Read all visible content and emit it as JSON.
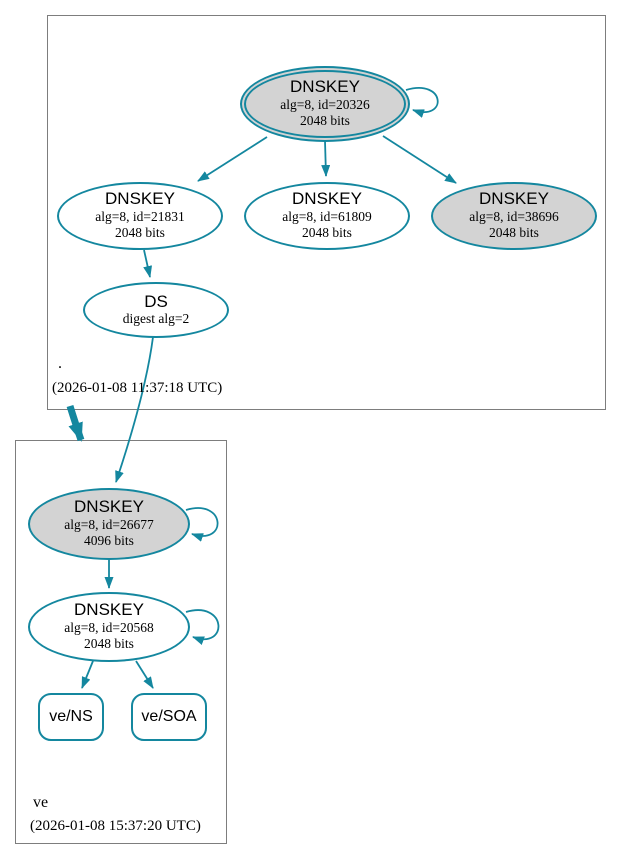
{
  "colors": {
    "accent": "#14879f",
    "node_fill": "#d3d3d3",
    "cluster_border": "#7d7d7d",
    "text": "#000000"
  },
  "zones": {
    "root": {
      "label": ".",
      "timestamp": "(2026-01-08 11:37:18 UTC)",
      "ksk": {
        "title": "DNSKEY",
        "line2": "alg=8, id=20326",
        "line3": "2048 bits"
      },
      "zsk_left": {
        "title": "DNSKEY",
        "line2": "alg=8, id=21831",
        "line3": "2048 bits"
      },
      "zsk_mid": {
        "title": "DNSKEY",
        "line2": "alg=8, id=61809",
        "line3": "2048 bits"
      },
      "zsk_right": {
        "title": "DNSKEY",
        "line2": "alg=8, id=38696",
        "line3": "2048 bits"
      },
      "ds": {
        "title": "DS",
        "line2": "digest alg=2"
      }
    },
    "ve": {
      "label": "ve",
      "timestamp": "(2026-01-08 15:37:20 UTC)",
      "ksk": {
        "title": "DNSKEY",
        "line2": "alg=8, id=26677",
        "line3": "4096 bits"
      },
      "zsk": {
        "title": "DNSKEY",
        "line2": "alg=8, id=20568",
        "line3": "2048 bits"
      },
      "rrset_ns": {
        "label": "ve/NS"
      },
      "rrset_soa": {
        "label": "ve/SOA"
      }
    }
  }
}
